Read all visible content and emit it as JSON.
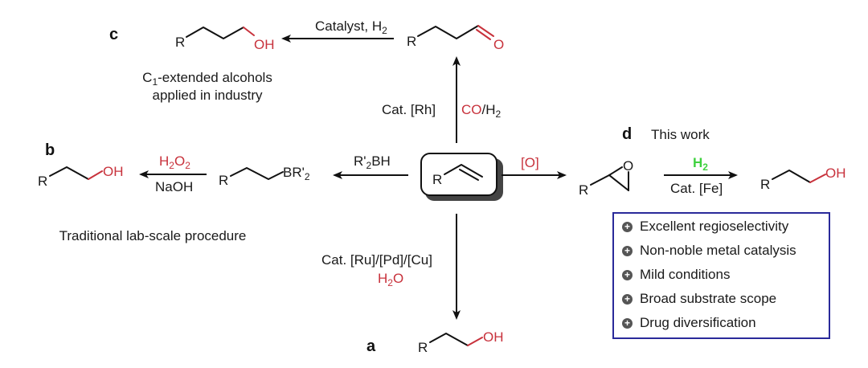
{
  "panels": {
    "a": {
      "label": "a",
      "conditions": [
        "Cat. [Ru]/[Pd]/[Cu]",
        "H2O"
      ],
      "product": {
        "R": "R",
        "group": "OH"
      }
    },
    "b": {
      "label": "b",
      "step1_reagent": "R'2BH",
      "intermediate": {
        "R": "R",
        "group": "BR'2"
      },
      "step2_reagents": [
        "H2O2",
        "NaOH"
      ],
      "product": {
        "R": "R",
        "group": "OH"
      },
      "caption": "Traditional lab-scale procedure"
    },
    "c": {
      "label": "c",
      "step1_conditions": [
        "Cat. [Rh]",
        "CO/H2"
      ],
      "aldehyde": {
        "R": "R",
        "group": "O"
      },
      "step2_conditions": "Catalyst, H2",
      "product": {
        "R": "R",
        "group": "OH"
      },
      "caption_line1": "C1-extended alcohols",
      "caption_line2": "applied in industry"
    },
    "d": {
      "label": "d",
      "title": "This work",
      "step1_reagent": "[O]",
      "epoxide": {
        "R": "R",
        "O": "O"
      },
      "step2_reagent": "H2",
      "step2_catalyst": "Cat. [Fe]",
      "product": {
        "R": "R",
        "group": "OH"
      },
      "advantages": [
        "Excellent regioselectivity",
        "Non-noble metal catalysis",
        "Mild conditions",
        "Broad substrate scope",
        "Drug diversification"
      ]
    }
  },
  "substrate": {
    "R": "R"
  },
  "colors": {
    "reagent_red": "#c8323c",
    "h2_green": "#3fd13f",
    "box_blue": "#2a2a9a"
  }
}
